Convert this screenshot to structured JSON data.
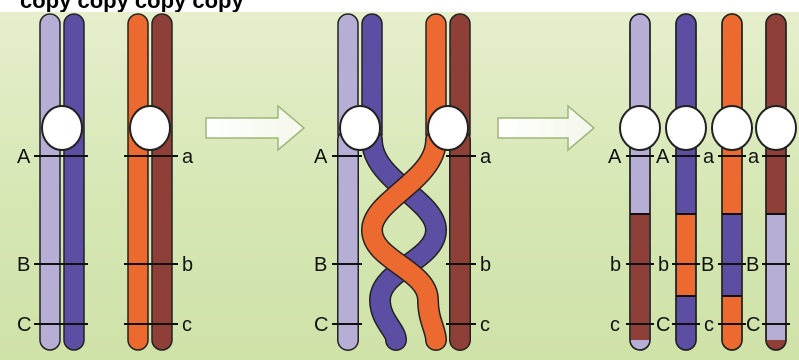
{
  "caption": "copy  copy  copy  copy",
  "colors": {
    "lavender": "#b7aed6",
    "purple": "#5b4ea3",
    "orange": "#ec6a2f",
    "maroon": "#8e3f37",
    "background": "#d6e7b4"
  },
  "panel1": {
    "labels_left": [
      "A",
      "B",
      "C"
    ],
    "labels_right": [
      "a",
      "b",
      "c"
    ]
  },
  "panel2": {
    "labels_left": [
      "A",
      "B",
      "C"
    ],
    "labels_right": [
      "a",
      "b",
      "c"
    ]
  },
  "panel3": {
    "labels_left": [
      "A",
      "b",
      "c"
    ],
    "labels_mid1": [
      "A",
      "b",
      "C"
    ],
    "labels_mid2": [
      "a",
      "B",
      "c"
    ],
    "labels_mid3": [
      "a",
      "B",
      "C"
    ]
  },
  "icons": [
    "arrow-right-icon",
    "arrow-right-icon"
  ]
}
